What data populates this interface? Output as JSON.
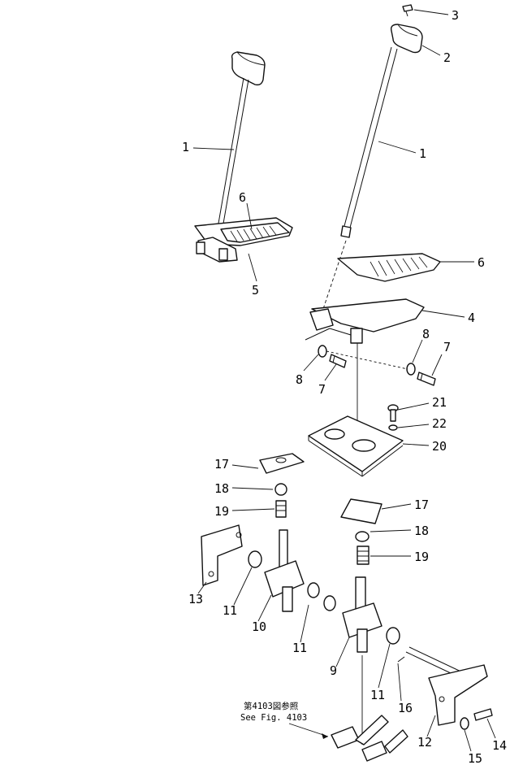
{
  "reference_note": {
    "jp": "第4103図参照",
    "en": "See Fig. 4103"
  },
  "callouts": [
    {
      "id": "c3",
      "text": "3"
    },
    {
      "id": "c2",
      "text": "2"
    },
    {
      "id": "c1a",
      "text": "1"
    },
    {
      "id": "c1b",
      "text": "1"
    },
    {
      "id": "c6a",
      "text": "6"
    },
    {
      "id": "c5",
      "text": "5"
    },
    {
      "id": "c6b",
      "text": "6"
    },
    {
      "id": "c4",
      "text": "4"
    },
    {
      "id": "c8a",
      "text": "8"
    },
    {
      "id": "c7a",
      "text": "7"
    },
    {
      "id": "c8b",
      "text": "8"
    },
    {
      "id": "c7b",
      "text": "7"
    },
    {
      "id": "c21",
      "text": "21"
    },
    {
      "id": "c22",
      "text": "22"
    },
    {
      "id": "c20",
      "text": "20"
    },
    {
      "id": "c17a",
      "text": "17"
    },
    {
      "id": "c18a",
      "text": "18"
    },
    {
      "id": "c19a",
      "text": "19"
    },
    {
      "id": "c17b",
      "text": "17"
    },
    {
      "id": "c18b",
      "text": "18"
    },
    {
      "id": "c19b",
      "text": "19"
    },
    {
      "id": "c13",
      "text": "13"
    },
    {
      "id": "c11a",
      "text": "11"
    },
    {
      "id": "c10",
      "text": "10"
    },
    {
      "id": "c11b",
      "text": "11"
    },
    {
      "id": "c9",
      "text": "9"
    },
    {
      "id": "c11c",
      "text": "11"
    },
    {
      "id": "c16",
      "text": "16"
    },
    {
      "id": "c12",
      "text": "12"
    },
    {
      "id": "c15",
      "text": "15"
    },
    {
      "id": "c14",
      "text": "14"
    }
  ]
}
